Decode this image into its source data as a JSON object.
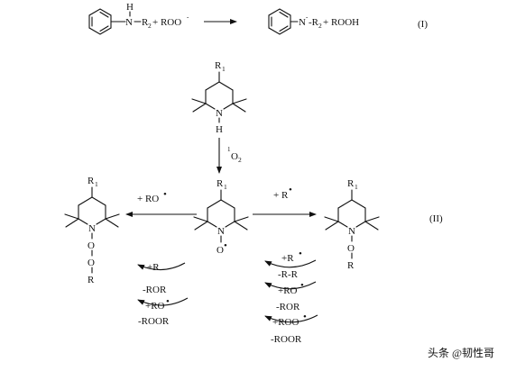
{
  "reaction_I": {
    "reactant_H": "H",
    "reactant_N": "N",
    "reactant_R2": "R",
    "reactant_R2_sub": "2",
    "reactant_plus_roo": "+ ROO",
    "reactant_roo_charge": "-",
    "product_N": "N",
    "product_N_charge": "-",
    "product_R2": "-R",
    "product_R2_sub": "2",
    "product_plus_rooh": "+ ROOH",
    "label": "(I)"
  },
  "hals": {
    "R": "R",
    "R_sub": "1",
    "N": "N",
    "H": "H"
  },
  "singlet_oxygen": {
    "sup": "1",
    "O": "O",
    "sub": "2"
  },
  "nitroxyl": {
    "R": "R",
    "R_sub": "1",
    "N": "N",
    "O": "O",
    "radical": "•"
  },
  "left_product": {
    "reagent": "+ RO",
    "reagent_radical": "•",
    "R": "R",
    "R_sub": "1",
    "N": "N",
    "O1": "O",
    "O2": "O",
    "R_end": "R"
  },
  "right_product": {
    "reagent": "+ R",
    "reagent_radical": "•",
    "R": "R",
    "R_sub": "1",
    "N": "N",
    "O": "O",
    "R_end": "R",
    "label": "(II)"
  },
  "left_cycle": {
    "step1_top": "+R",
    "step1_bottom": "-ROR",
    "step2_top": "+RO",
    "step2_radical": "•",
    "step2_bottom": "-ROOR"
  },
  "right_cycle": {
    "step1_top": "+R",
    "step1_radical": "•",
    "step1_bottom": "-R-R",
    "step2_top": "+RO",
    "step2_radical": "•",
    "step2_bottom": "-ROR",
    "step3_top": "+ROO",
    "step3_radical": "•",
    "step3_bottom": "-ROOR"
  },
  "watermark": "头条 @韧性哥"
}
